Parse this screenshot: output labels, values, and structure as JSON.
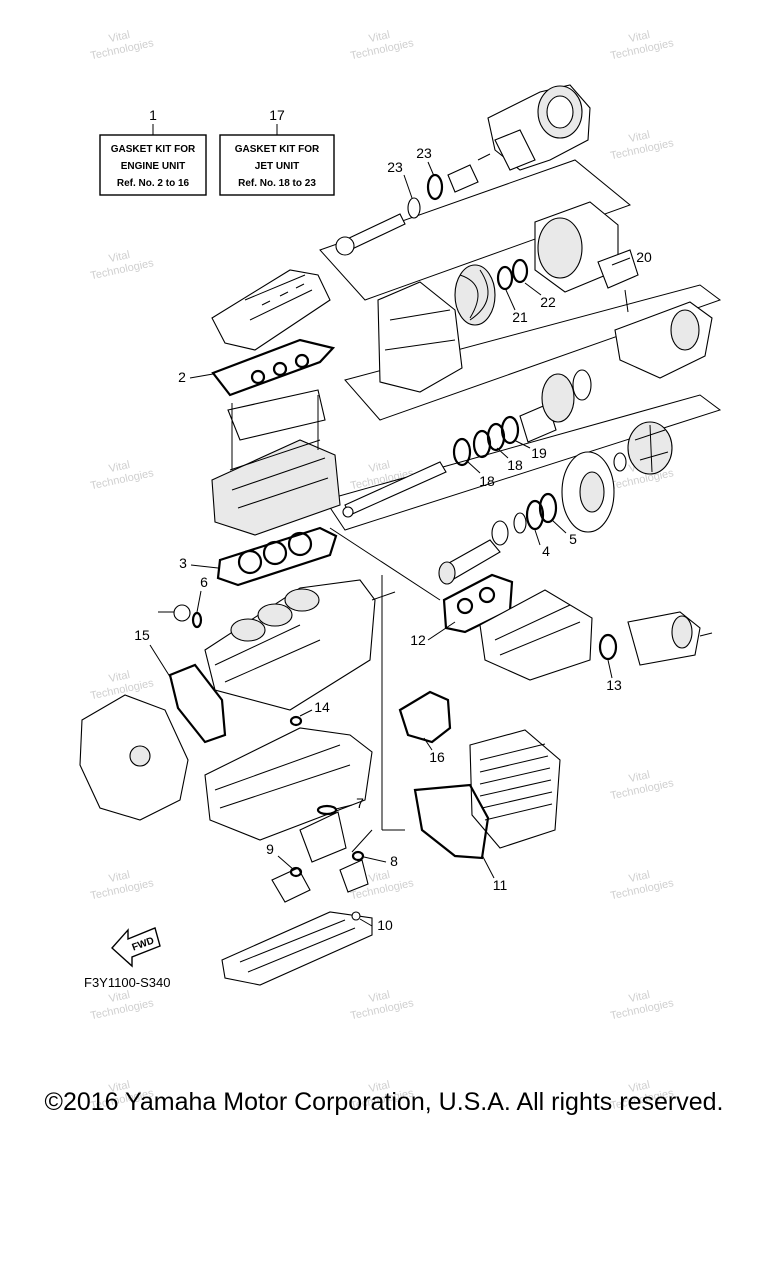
{
  "diagram": {
    "labels": {
      "kit_engine": {
        "callout": "1",
        "lines": [
          "GASKET KIT FOR",
          "ENGINE UNIT",
          "Ref. No. 2 to 16"
        ]
      },
      "kit_jet": {
        "callout": "17",
        "lines": [
          "GASKET KIT FOR",
          "JET UNIT",
          "Ref. No. 18 to 23"
        ]
      }
    },
    "callouts": {
      "c2": "2",
      "c3": "3",
      "c4": "4",
      "c5": "5",
      "c6": "6",
      "c7": "7",
      "c8": "8",
      "c9": "9",
      "c10": "10",
      "c11": "11",
      "c12": "12",
      "c13": "13",
      "c14": "14",
      "c15": "15",
      "c16": "16",
      "c18a": "18",
      "c18b": "18",
      "c19": "19",
      "c20": "20",
      "c21": "21",
      "c22": "22",
      "c23a": "23",
      "c23b": "23"
    },
    "fwd_label": "FWD",
    "part_code": "F3Y1100-S340",
    "watermark_lines": [
      "Vital",
      "Technologies"
    ]
  },
  "copyright": "©2016 Yamaha Motor Corporation, U.S.A. All rights reserved."
}
